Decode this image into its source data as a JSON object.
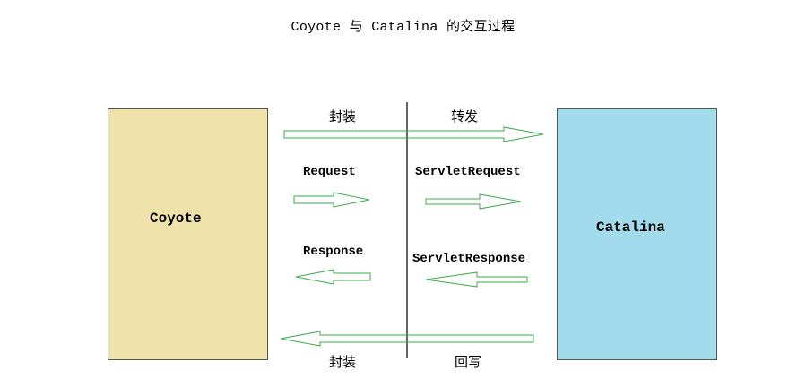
{
  "title": "Coyote 与 Catalina 的交互过程",
  "left_box": {
    "label": "Coyote",
    "color": "#efe2aa"
  },
  "right_box": {
    "label": "Catalina",
    "color": "#a2dcec"
  },
  "top_arrow": {
    "left_label": "封装",
    "right_label": "转发"
  },
  "request_row": {
    "left_label": "Request",
    "right_label": "ServletRequest"
  },
  "response_row": {
    "left_label": "Response",
    "right_label": "ServletResponse"
  },
  "bottom_arrow": {
    "left_label": "封装",
    "right_label": "回写"
  },
  "colors": {
    "arrow_stroke": "#3aa84a",
    "divider": "#000000"
  }
}
